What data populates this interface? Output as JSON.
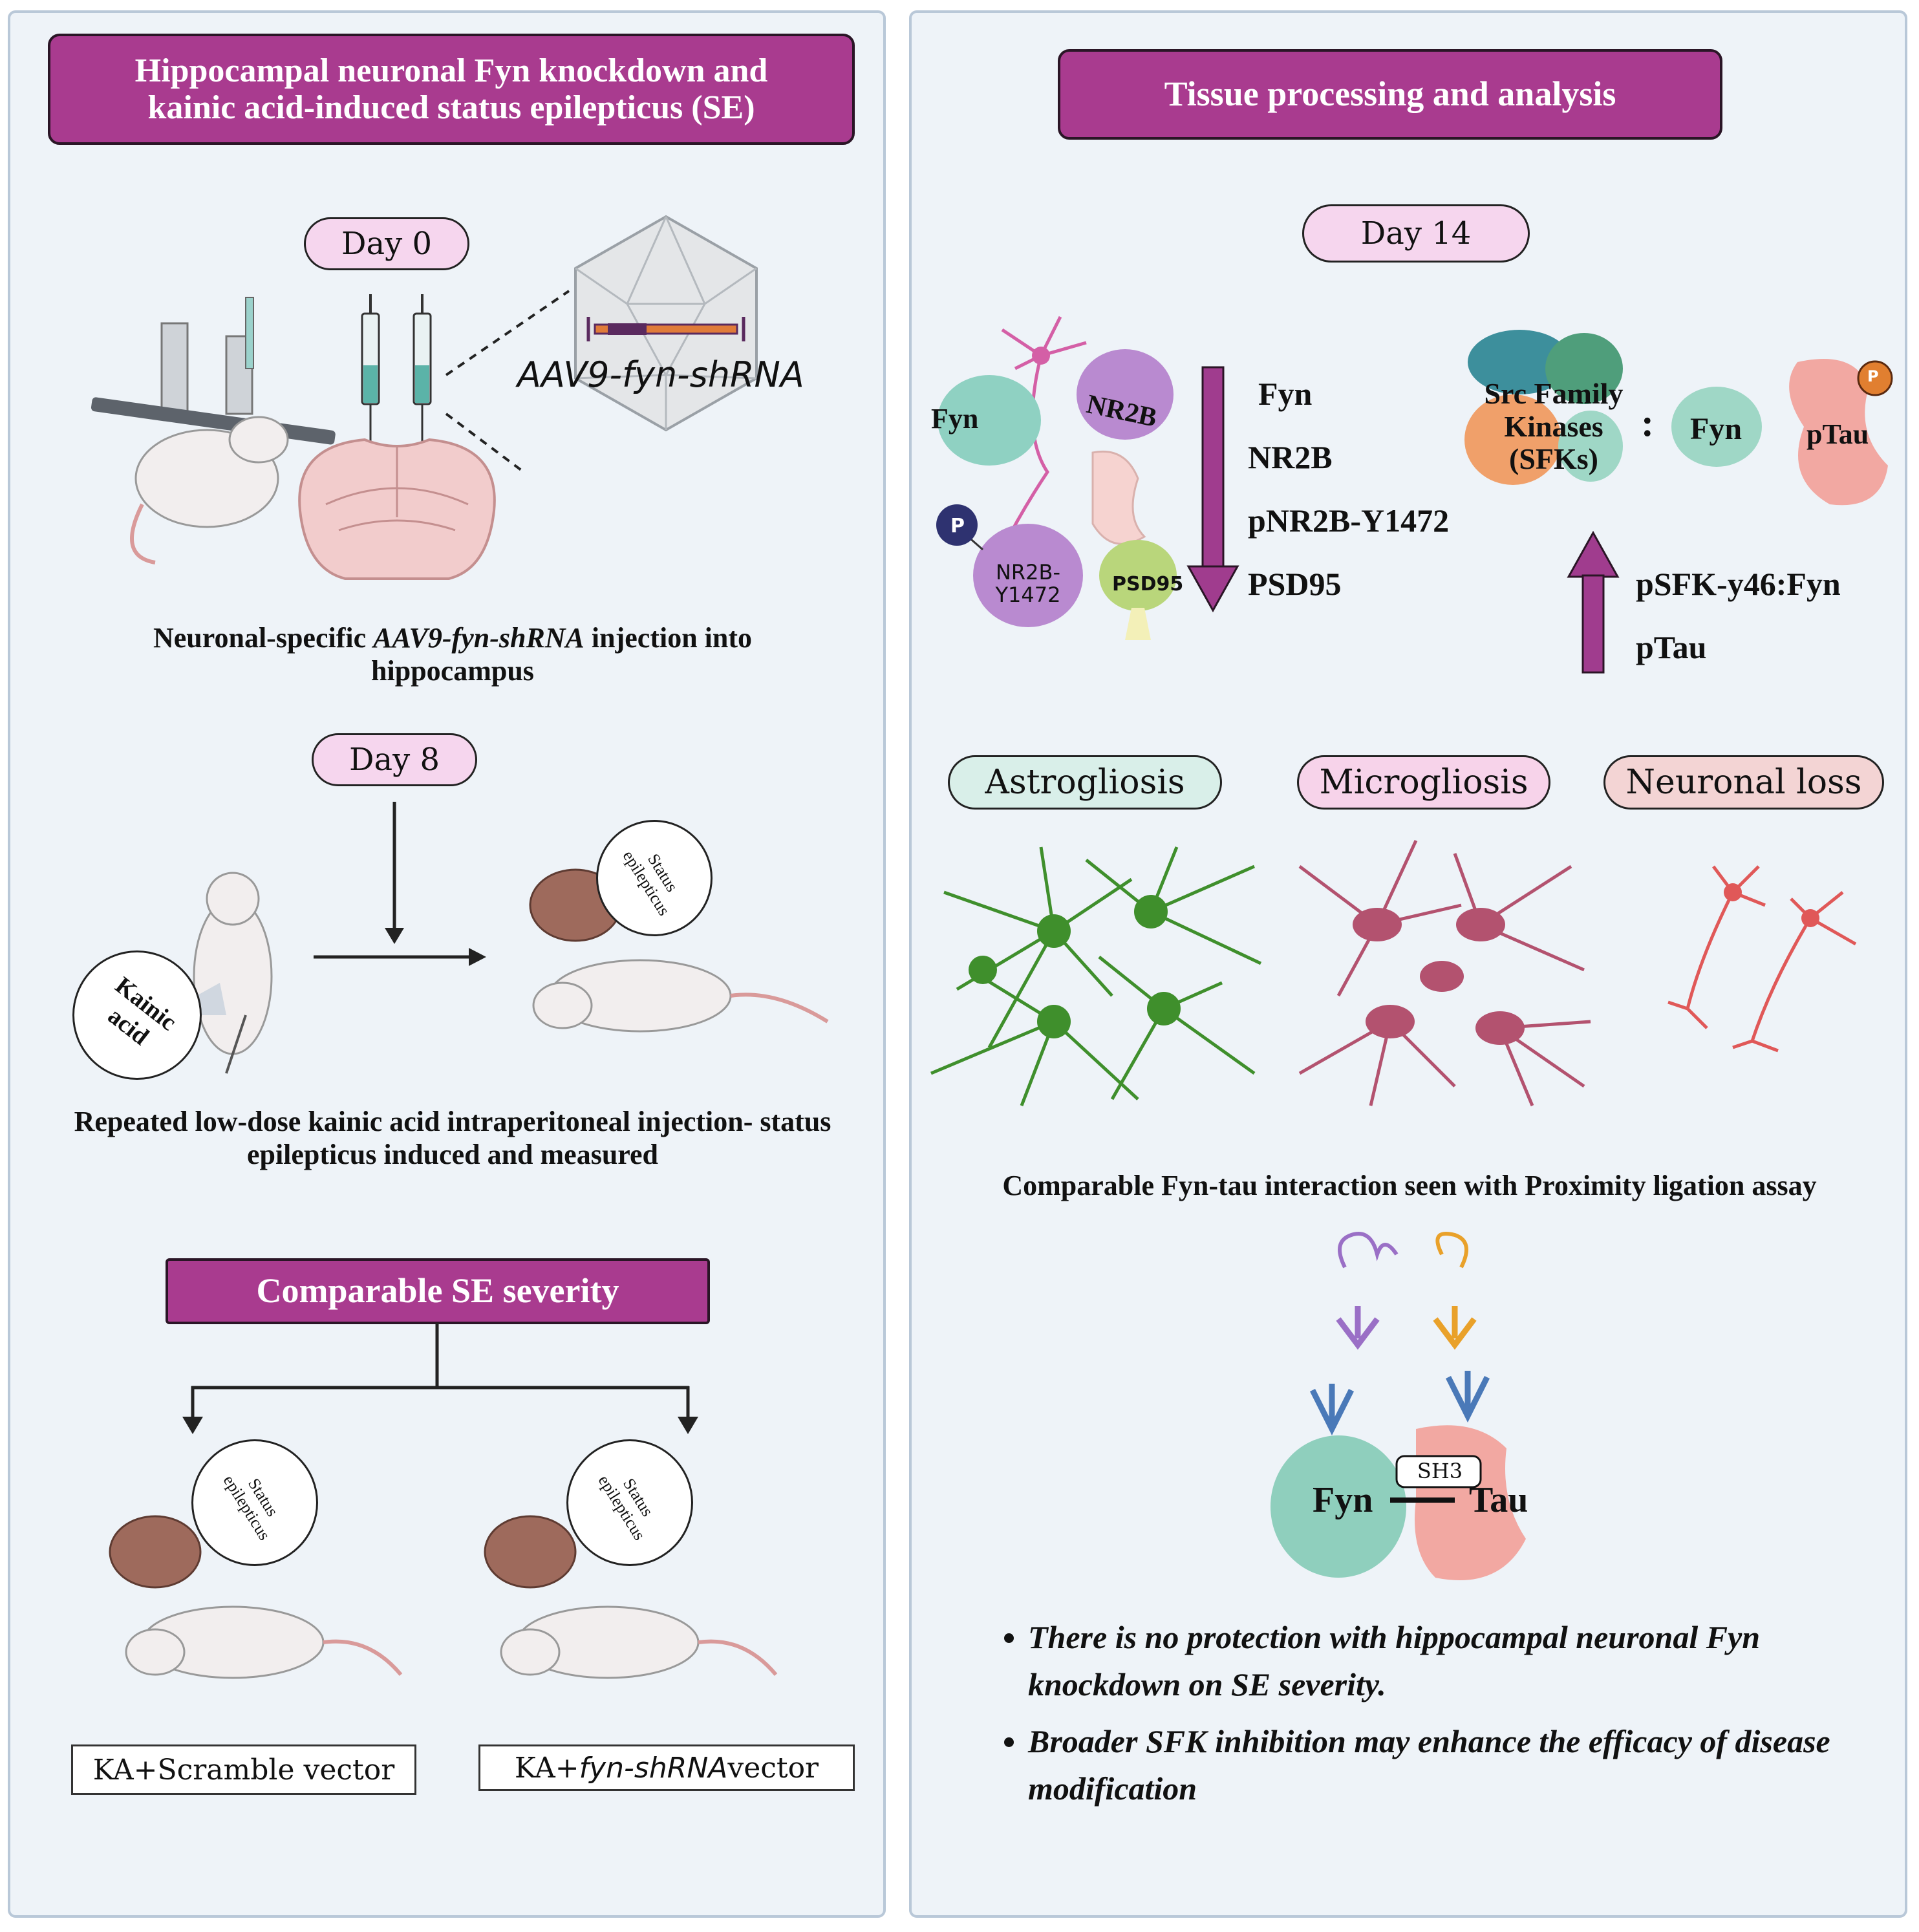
{
  "left": {
    "title": "Hippocampal neuronal Fyn knockdown and kainic acid-induced status epilepticus (SE)",
    "day0": "Day 0",
    "vector_label": "AAV9-fyn-shRNA",
    "injection_caption_a": "Neuronal-specific ",
    "injection_caption_b": "AAV9-fyn-shRNA",
    "injection_caption_c": " injection into hippocampus",
    "day8": "Day 8",
    "kainic_label": "Kainic acid",
    "status_label": "Status epilepticus",
    "ka_caption": "Repeated low-dose kainic acid intraperitoneal injection- status epilepticus induced and measured",
    "severity_title": "Comparable SE severity",
    "group1": "KA+Scramble vector",
    "group2_a": "KA+",
    "group2_b": "fyn-shRNA",
    "group2_c": " vector"
  },
  "right": {
    "title": "Tissue processing and analysis",
    "day14": "Day 14",
    "fyn_blob": "Fyn",
    "nr2b_blob": "NR2B",
    "p_label": "P",
    "nr2b_y_blob": "NR2B-Y1472",
    "psd95_blob": "PSD95",
    "decreased": [
      "Fyn",
      "NR2B",
      "pNR2B-Y1472",
      "PSD95"
    ],
    "sfk_label": "Src Family Kinases (SFKs)",
    "colon": ":",
    "fyn_small": "Fyn",
    "ptau_label": "pTau",
    "increased": [
      "pSFK-y46:Fyn",
      "pTau"
    ],
    "astro": "Astrogliosis",
    "micro": "Microgliosis",
    "neuronal_loss": "Neuronal loss",
    "pla_caption": "Comparable Fyn-tau interaction seen with Proximity ligation assay",
    "sh3": "SH3",
    "fyn_big": "Fyn",
    "tau_big": "Tau",
    "conclusions": [
      "There is no protection with hippocampal neuronal Fyn knockdown on SE severity.",
      "Broader SFK inhibition may enhance the efficacy of disease modification"
    ]
  },
  "colors": {
    "banner": "#a93b8f",
    "pill_pink": "#f6d6ee",
    "astro_fill": "#d9efe9",
    "micro_fill": "#f7d3ea",
    "loss_fill": "#f3d4d4",
    "arrow": "#a03c8e"
  }
}
